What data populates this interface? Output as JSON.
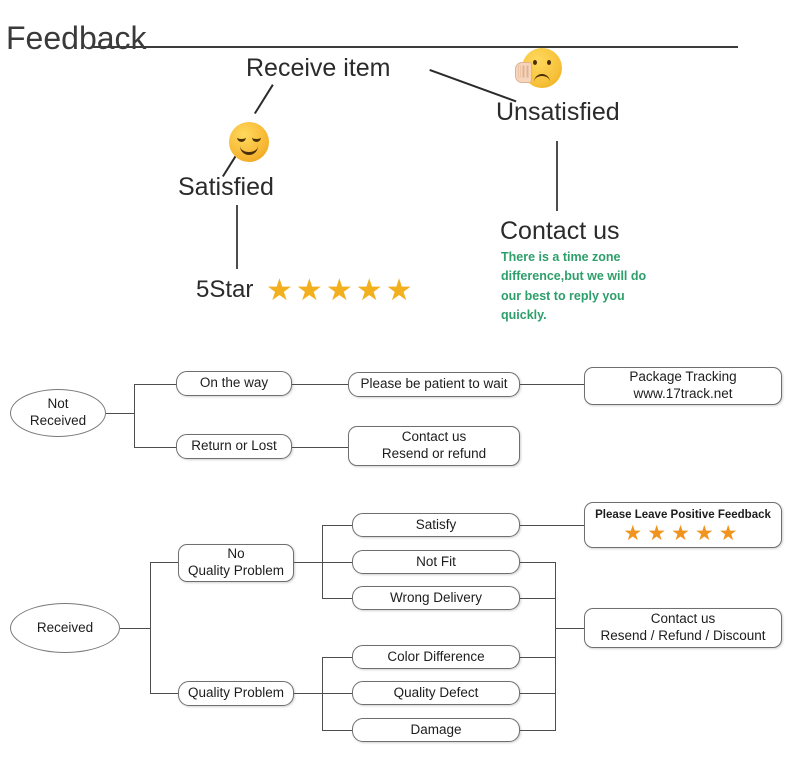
{
  "page": {
    "top_cut_text": "               ",
    "title": "Feedback"
  },
  "top_diagram": {
    "receive_item": "Receive item",
    "satisfied": "Satisfied",
    "unsatisfied": "Unsatisfied",
    "contact_us": "Contact us",
    "contact_note": "There is a time zone difference,but we will do our best to reply you quickly.",
    "five_star_label": "5Star",
    "star_glyph": "★",
    "star_count": 5,
    "satisfied_emoji": "smiling-face-with-smiling-eyes",
    "unsatisfied_emoji": "frowning-face-with-hand",
    "note_color": "#2e9e6b",
    "star_color": "#f2b01e"
  },
  "not_received_flow": {
    "root": "Not\nReceived",
    "root_line1": "Not",
    "root_line2": "Received",
    "branches": [
      {
        "label": "On the way",
        "next": "Please be patient to wait",
        "final_line1": "Package Tracking",
        "final_line2": "www.17track.net"
      },
      {
        "label": "Return or Lost",
        "final_line1": "Contact us",
        "final_line2": "Resend or refund"
      }
    ]
  },
  "received_flow": {
    "root": "Received",
    "no_quality_problem_line1": "No",
    "no_quality_problem_line2": "Quality Problem",
    "quality_problem": "Quality Problem",
    "no_quality_items": [
      "Satisfy",
      "Not Fit",
      "Wrong Delivery"
    ],
    "quality_items": [
      "Color Difference",
      "Quality Defect",
      "Damage"
    ],
    "positive_feedback": {
      "text": "Please Leave Positive Feedback",
      "star_glyph": "★",
      "star_count": 5,
      "star_color": "#f0941e"
    },
    "contact_box_line1": "Contact us",
    "contact_box_line2": "Resend / Refund / Discount"
  }
}
